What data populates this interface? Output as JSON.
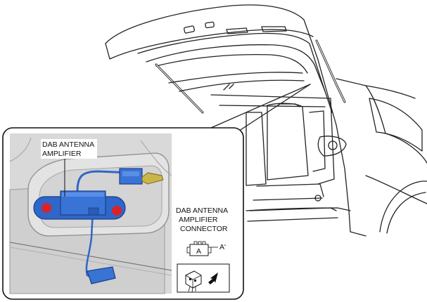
{
  "labels": {
    "amplifier_line1": "DAB ANTENNA",
    "amplifier_line2": "AMPLIFIER",
    "connector_line1": "DAB ANTENNA",
    "connector_line2": "AMPLIFIER",
    "connector_line3": "CONNECTOR",
    "connector_letter": "A",
    "terminal_ref": "A'"
  },
  "colors": {
    "amplifier_body": "#2f66c9",
    "bolt_marker": "#d8232a",
    "connector_tab": "#c9b54a",
    "panel_gray": "#d9d9d9"
  }
}
